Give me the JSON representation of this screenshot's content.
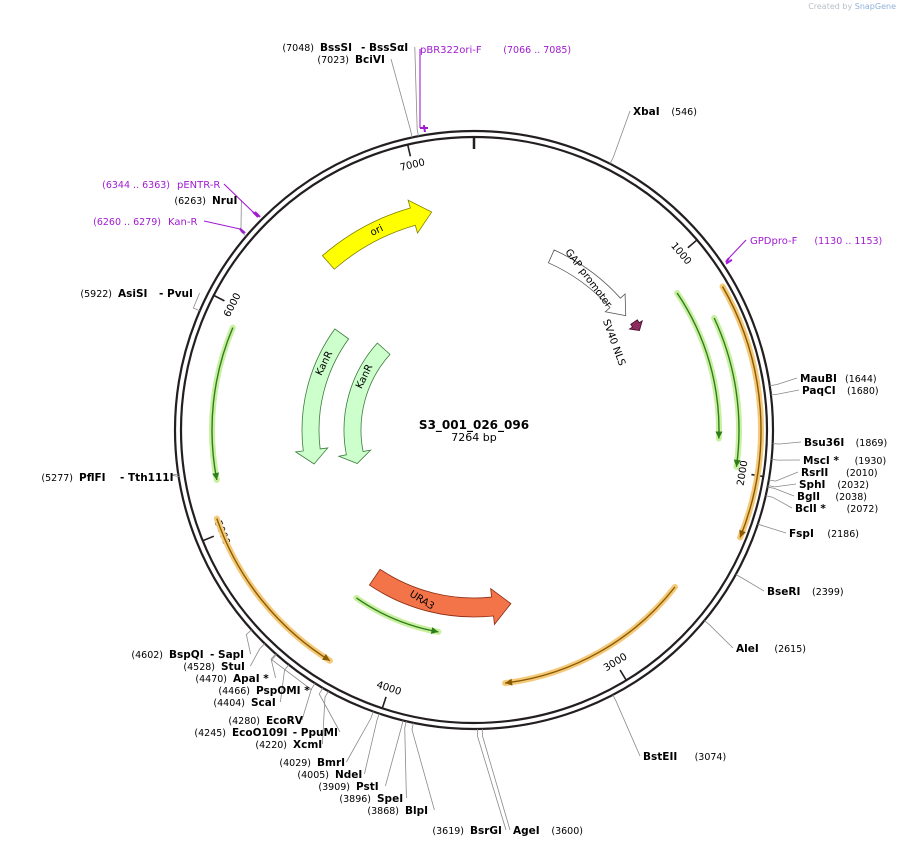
{
  "credit": {
    "prefix": "Created by",
    "brand": "SnapGene"
  },
  "plasmid": {
    "name": "S3_001_026_096",
    "size_label": "7264 bp",
    "length": 7264,
    "ticks": [
      1000,
      2000,
      3000,
      4000,
      5000,
      6000,
      7000
    ]
  },
  "enzymes": [
    {
      "name": "XbaI",
      "pos": "(546)",
      "bp": 546
    },
    {
      "name": "MauBI",
      "pos": "(1644)",
      "bp": 1644
    },
    {
      "name": "PaqCI",
      "pos": "(1680)",
      "bp": 1680
    },
    {
      "name": "Bsu36I",
      "pos": "(1869)",
      "bp": 1869
    },
    {
      "name": "MscI *",
      "pos": "(1930)",
      "bp": 1930
    },
    {
      "name": "RsrII",
      "pos": "(2010)",
      "bp": 2010
    },
    {
      "name": "SphI",
      "pos": "(2032)",
      "bp": 2032
    },
    {
      "name": "BglI",
      "pos": "(2038)",
      "bp": 2038
    },
    {
      "name": "BclI *",
      "pos": "(2072)",
      "bp": 2072
    },
    {
      "name": "FspI",
      "pos": "(2186)",
      "bp": 2186
    },
    {
      "name": "BseRI",
      "pos": "(2399)",
      "bp": 2399
    },
    {
      "name": "AleI",
      "pos": "(2615)",
      "bp": 2615
    },
    {
      "name": "BstEII",
      "pos": "(3074)",
      "bp": 3074
    },
    {
      "name": "AgeI",
      "pos": "(3600)",
      "bp": 3600
    },
    {
      "name": "BsrGI",
      "pos": "(3619)",
      "bp": 3619
    },
    {
      "name": "BlpI",
      "pos": "(3868)",
      "bp": 3868
    },
    {
      "name": "SpeI",
      "pos": "(3896)",
      "bp": 3896
    },
    {
      "name": "PstI",
      "pos": "(3909)",
      "bp": 3909
    },
    {
      "name": "NdeI",
      "pos": "(4005)",
      "bp": 4005
    },
    {
      "name": "BmrI",
      "pos": "(4029)",
      "bp": 4029
    },
    {
      "name": "XcmI",
      "pos": "(4220)",
      "bp": 4220
    },
    {
      "name": "EcoO109I",
      "pos": "(4245)",
      "bp": 4245,
      "extra": "- PpuMI"
    },
    {
      "name": "EcoRV",
      "pos": "(4280)",
      "bp": 4280
    },
    {
      "name": "ScaI",
      "pos": "(4404)",
      "bp": 4404
    },
    {
      "name": "PspOMI *",
      "pos": "(4466)",
      "bp": 4466
    },
    {
      "name": "ApaI *",
      "pos": "(4470)",
      "bp": 4470
    },
    {
      "name": "StuI",
      "pos": "(4528)",
      "bp": 4528
    },
    {
      "name": "BspQI",
      "pos": "(4602)",
      "bp": 4602,
      "extra": "- SapI"
    },
    {
      "name": "PflFI",
      "pos": "(5277)",
      "bp": 5277,
      "extra": "- Tth111I"
    },
    {
      "name": "AsiSI",
      "pos": "(5922)",
      "bp": 5922,
      "extra": "- PvuI"
    },
    {
      "name": "NruI",
      "pos": "(6263)",
      "bp": 6263
    },
    {
      "name": "BciVI",
      "pos": "(7023)",
      "bp": 7023
    },
    {
      "name": "BssSI",
      "pos": "(7048)",
      "bp": 7048,
      "extra": "- BssSαI"
    }
  ],
  "primers": [
    {
      "name": "pBR322ori-F",
      "range": "(7066 .. 7085)",
      "start": 7066,
      "end": 7085
    },
    {
      "name": "GPDpro-F",
      "range": "(1130 .. 1153)",
      "start": 1130,
      "end": 1153
    },
    {
      "name": "pENTR-R",
      "range": "(6344 .. 6363)",
      "start": 6344,
      "end": 6363
    },
    {
      "name": "Kan-R",
      "range": "(6260 .. 6279)",
      "start": 6260,
      "end": 6279
    }
  ],
  "features": [
    {
      "name": "ori",
      "color": "#ffff00"
    },
    {
      "name": "GAP promoter",
      "color": "#ffffff"
    },
    {
      "name": "SV40 NLS",
      "color": "#8e2a5e"
    },
    {
      "name": "KanR",
      "color": "#ccffcc"
    },
    {
      "name": "KanR",
      "color": "#ccffcc"
    },
    {
      "name": "URA3",
      "color": "#f4744a"
    }
  ],
  "colors": {
    "backbone": "#231f20",
    "primer": "#a11bd1",
    "orf_green": "#2e7d1a",
    "orf_green_glow": "#c9f0a0",
    "orf_orange": "#8a5a00",
    "orf_orange_glow": "#f5c97a"
  }
}
